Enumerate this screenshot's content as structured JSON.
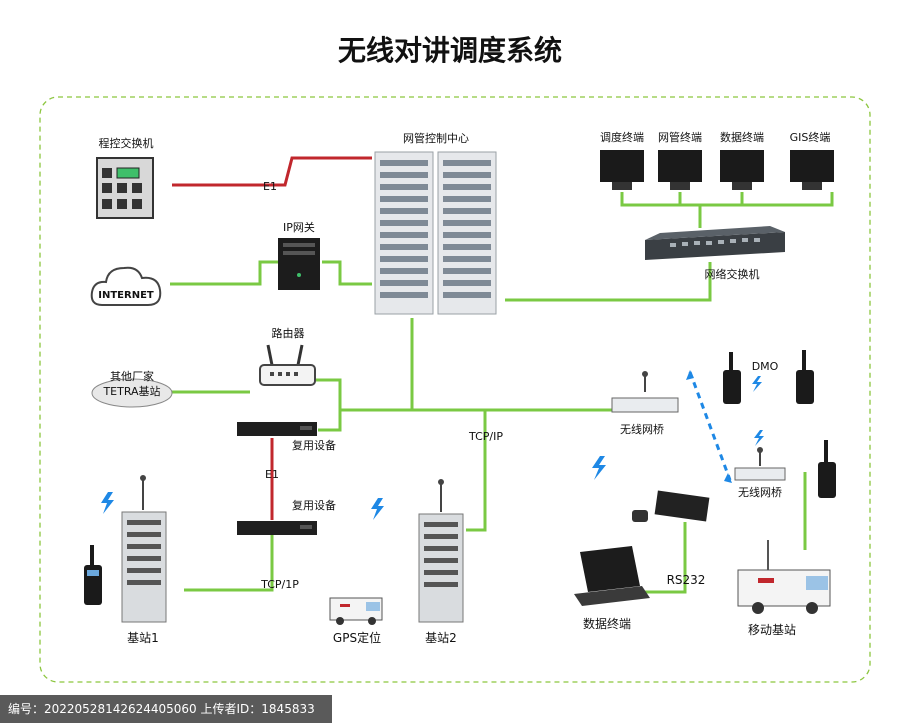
{
  "title": "无线对讲调度系统",
  "labels": {
    "pbx": "程控交换机",
    "e1_top": "E1",
    "ip_gateway": "IP网关",
    "internet": "INTERNET",
    "control_center": "网管控制中心",
    "terminal_dispatch": "调度终端",
    "terminal_netmgmt": "网管终端",
    "terminal_data": "数据终端",
    "terminal_gis": "GIS终端",
    "network_switch": "网络交换机",
    "router": "路由器",
    "other_vendor_line1": "其他厂家",
    "other_vendor_line2": "TETRA基站",
    "mux_top": "复用设备",
    "e1_mid": "E1",
    "mux_bottom": "复用设备",
    "tcp_ip_1": "TCP/IP",
    "tcp_ip_2": "TCP/1P",
    "wireless_bridge_1": "无线网桥",
    "wireless_bridge_2": "无线网桥",
    "dmo": "DMO",
    "rs232": "RS232",
    "data_terminal": "数据终端",
    "mobile_station": "移动基站",
    "base_station_1": "基站1",
    "base_station_2": "基站2",
    "gps": "GPS定位"
  },
  "footer": "编号：20220528142624405060 上传者ID：1845833",
  "colors": {
    "link_green": "#7ac943",
    "link_red": "#c1272d",
    "dmo_blue": "#1e88e5",
    "border_dashed": "#8cc63f"
  }
}
